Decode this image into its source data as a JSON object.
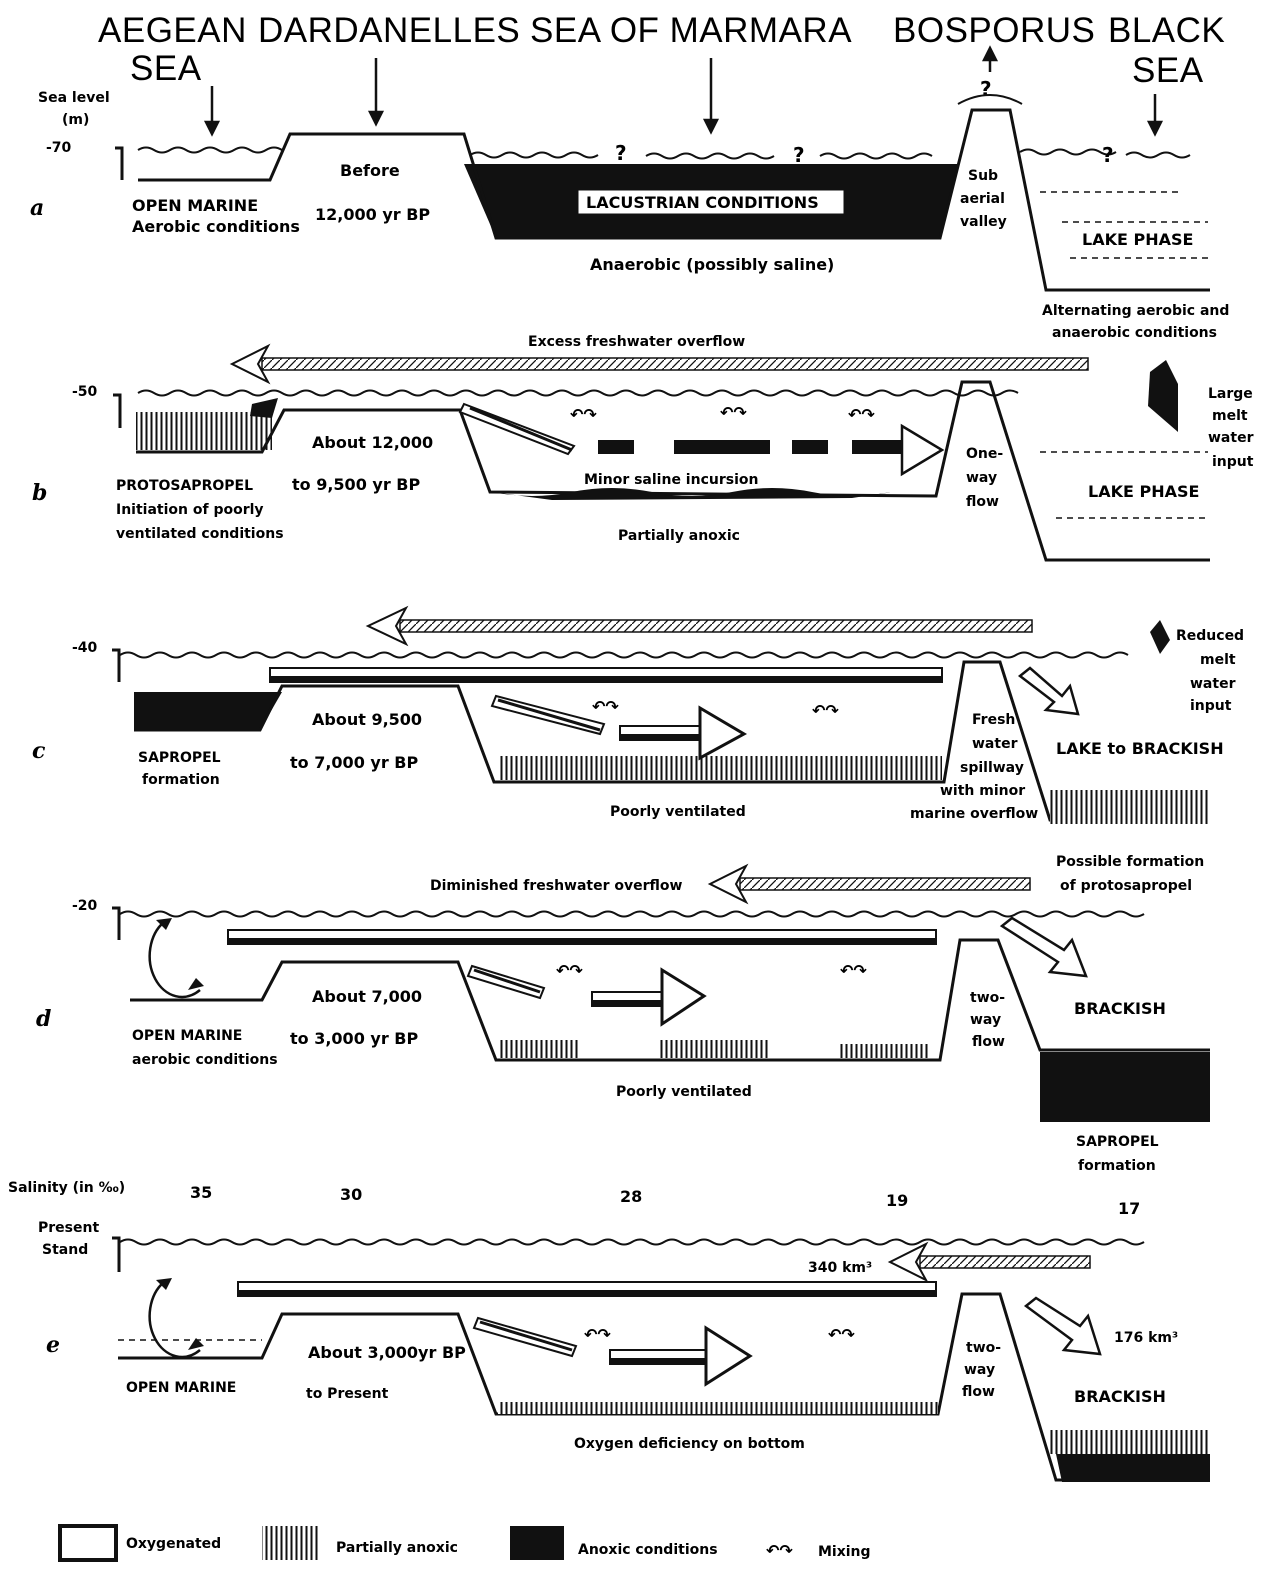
{
  "header": {
    "aegean_1": "AEGEAN",
    "aegean_2": "SEA",
    "dardanelles": "DARDANELLES",
    "marmara": "SEA OF MARMARA",
    "bosporus": "BOSPORUS",
    "black_1": "BLACK",
    "black_2": "SEA"
  },
  "axis": {
    "sea_level_1": "Sea level",
    "sea_level_2": "(m)",
    "level_a": "-70",
    "level_b": "-50",
    "level_c": "-40",
    "level_d": "-20",
    "present_1": "Present",
    "present_2": "Stand"
  },
  "panel_a": {
    "letter": "a",
    "open_marine": "OPEN MARINE",
    "aerobic": "Aerobic conditions",
    "before": "Before",
    "date": "12,000 yr BP",
    "lacustrian": "LACUSTRIAN  CONDITIONS",
    "anaerobic": "Anaerobic (possibly saline)",
    "subaerial_1": "Sub",
    "subaerial_2": "aerial",
    "subaerial_3": "valley",
    "lake_phase": "LAKE PHASE",
    "alternating_1": "Alternating aerobic and",
    "alternating_2": "anaerobic conditions",
    "q": "?"
  },
  "panel_b": {
    "letter": "b",
    "overflow": "Excess freshwater overflow",
    "about": "About  12,000",
    "date": "to  9,500  yr BP",
    "protosapropel": "PROTOSAPROPEL",
    "initiation_1": "Initiation of poorly",
    "initiation_2": "ventilated conditions",
    "minor": "Minor saline incursion",
    "partially": "Partially anoxic",
    "oneway_1": "One-",
    "oneway_2": "way",
    "oneway_3": "flow",
    "lake_phase": "LAKE PHASE",
    "melt_1": "Large",
    "melt_2": "melt",
    "melt_3": "water",
    "melt_4": "input"
  },
  "panel_c": {
    "letter": "c",
    "about": "About  9,500",
    "date": "to  7,000  yr BP",
    "sapropel_1": "SAPROPEL",
    "sapropel_2": "formation",
    "poorly": "Poorly ventilated",
    "fresh_1": "Fresh",
    "fresh_2": "water",
    "fresh_3": "spillway",
    "fresh_4": "with minor",
    "fresh_5": "marine overflow",
    "lake_brackish": "LAKE to BRACKISH",
    "reduced_1": "Reduced",
    "reduced_2": "melt",
    "reduced_3": "water",
    "reduced_4": "input",
    "possible_1": "Possible formation",
    "possible_2": "of protosapropel"
  },
  "panel_d": {
    "letter": "d",
    "overflow": "Diminished freshwater overflow",
    "about": "About  7,000",
    "date": "to  3,000  yr BP",
    "open_marine": "OPEN MARINE",
    "aerobic": "aerobic conditions",
    "poorly": "Poorly ventilated",
    "twoway_1": "two-",
    "twoway_2": "way",
    "twoway_3": "flow",
    "brackish": "BRACKISH",
    "sapropel_1": "SAPROPEL",
    "sapropel_2": "formation"
  },
  "panel_e": {
    "letter": "e",
    "salinity_label": "Salinity (in ‰)",
    "sal_35": "35",
    "sal_30": "30",
    "sal_28": "28",
    "sal_19": "19",
    "sal_17": "17",
    "vol_340": "340 km³",
    "vol_176": "176 km³",
    "about": "About  3,000yr BP",
    "date": "to  Present",
    "open_marine": "OPEN MARINE",
    "oxygen": "Oxygen deficiency on bottom",
    "twoway_1": "two-",
    "twoway_2": "way",
    "twoway_3": "flow",
    "brackish": "BRACKISH"
  },
  "legend": {
    "oxygenated": "Oxygenated",
    "partial": "Partially anoxic",
    "anoxic": "Anoxic  conditions",
    "mixing": "Mixing"
  }
}
